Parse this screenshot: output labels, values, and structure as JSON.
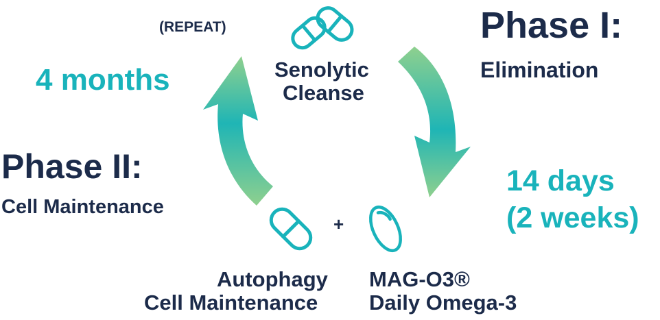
{
  "repeat": "(REPEAT)",
  "cycle_duration": "4 months",
  "phase1": {
    "title": "Phase I:",
    "subtitle": "Elimination",
    "duration_line1": "14 days",
    "duration_line2": "(2 weeks)"
  },
  "phase2": {
    "title": "Phase II:",
    "subtitle": "Cell Maintenance"
  },
  "senolytic": {
    "line1": "Senolytic",
    "line2": "Cleanse",
    "icon": "capsules-icon"
  },
  "plus": "+",
  "autophagy": {
    "line1": "Autophagy",
    "line2": "Cell Maintenance",
    "icon": "capsule-icon"
  },
  "mag": {
    "line1": "MAG-O3®",
    "line2": "Daily Omega-3",
    "icon": "softgel-icon"
  },
  "colors": {
    "navy": "#1c2b4a",
    "teal": "#19b3bb",
    "arrow_light": "#8fd08e",
    "arrow_dark": "#1fb5b5"
  }
}
